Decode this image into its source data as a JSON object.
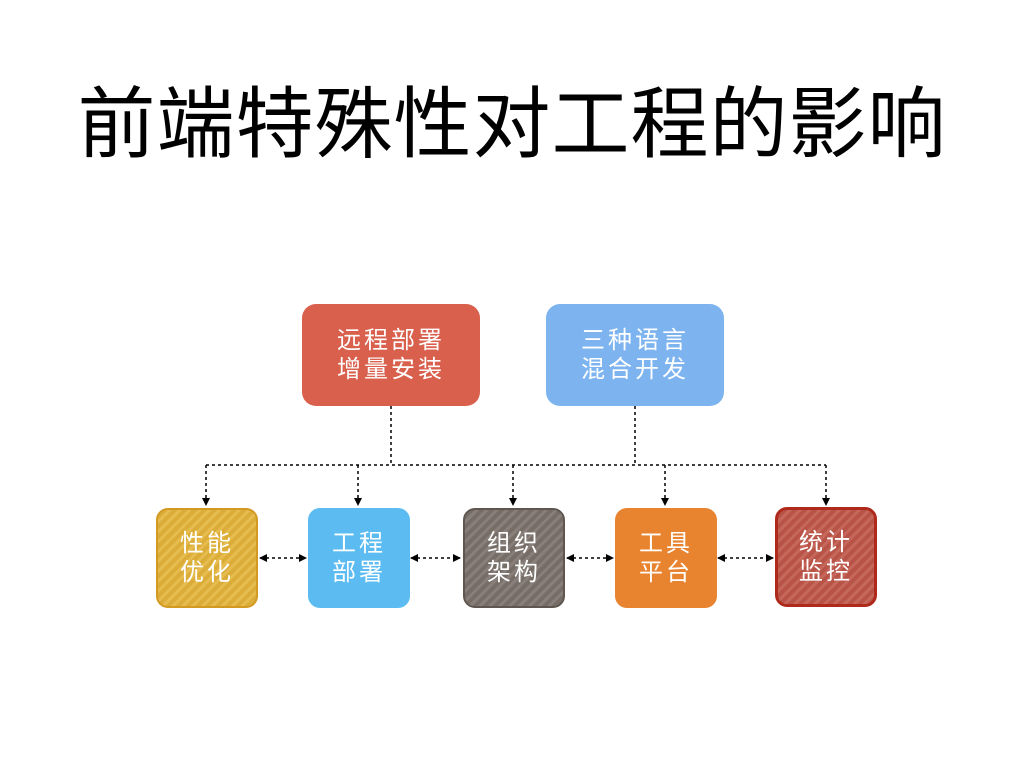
{
  "title": "前端特殊性对工程的影响",
  "colors": {
    "red": "#d9604c",
    "blue_top": "#7db4ef",
    "yellow": "#e4b43a",
    "blue": "#5cbcf1",
    "gray": "#7b716b",
    "orange": "#e8832f",
    "dark_red": "#b84434"
  },
  "top_boxes": [
    {
      "line1": "远程部署",
      "line2": "增量安装"
    },
    {
      "line1": "三种语言",
      "line2": "混合开发"
    }
  ],
  "bottom_boxes": [
    {
      "line1": "性能",
      "line2": "优化"
    },
    {
      "line1": "工程",
      "line2": "部署"
    },
    {
      "line1": "组织",
      "line2": "架构"
    },
    {
      "line1": "工具",
      "line2": "平台"
    },
    {
      "line1": "统计",
      "line2": "监控"
    }
  ]
}
